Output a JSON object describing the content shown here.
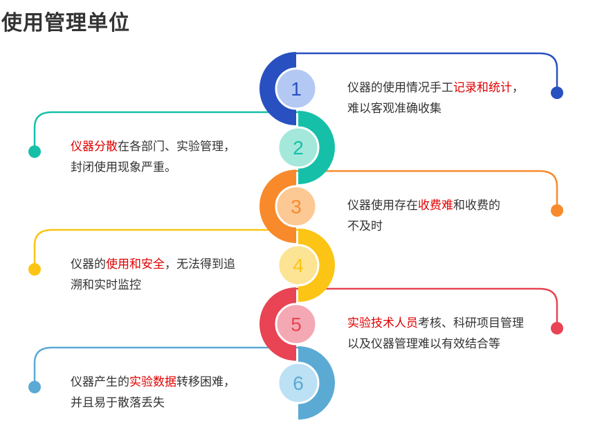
{
  "title": "使用管理单位",
  "steps": [
    {
      "num": "1",
      "line1": [
        "仪器的使用情况手工",
        "记录和统计",
        "，"
      ],
      "line2": "难以客观准确收集",
      "color": "#2850c0",
      "light": "#b4c8f4"
    },
    {
      "num": "2",
      "line1": [
        "",
        "仪器分散",
        "在各部门、实验管理，"
      ],
      "line2": "封闭使用现象严重。",
      "color": "#16c0a8",
      "light": "#a4e8dc"
    },
    {
      "num": "3",
      "line1": [
        "仪器使用存在",
        "收费难",
        "和收费的"
      ],
      "line2": "不及时",
      "color": "#f88a2c",
      "light": "#fcc894"
    },
    {
      "num": "4",
      "line1": [
        "仪器的",
        "使用和安全",
        "，无法得到追"
      ],
      "line2": "溯和实时监控",
      "color": "#fcc414",
      "light": "#fce494"
    },
    {
      "num": "5",
      "line1": [
        "",
        "实验技术人员",
        "考核、科研项目管理"
      ],
      "line2": "以及仪器管理难以有效结合等",
      "color": "#e84454",
      "light": "#f4a8b4"
    },
    {
      "num": "6",
      "line1": [
        "仪器产生的",
        "实验数据",
        "转移困难，"
      ],
      "line2": "并且易于散落丢失",
      "color": "#5aaad4",
      "light": "#bce0f4"
    }
  ]
}
